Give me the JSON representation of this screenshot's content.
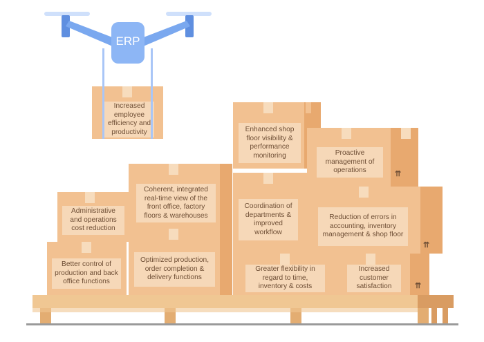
{
  "drone": {
    "label": "ERP",
    "colors": {
      "body": "#8db6f5",
      "arm": "#7aa8ef",
      "prop": "#cfe0fb",
      "rope": "#a9c6f7"
    }
  },
  "boxes": {
    "drone_box": "Increased employee efficiency and productivity",
    "enhanced": "Enhanced shop floor visibility & performance monitoring",
    "proactive": "Proactive management of operations",
    "coherent": "Coherent, integrated real-time view of the front office, factory floors & warehouses",
    "administrative": "Administrative and operations cost reduction",
    "coordination": "Coordination of departments & improved workflow",
    "reduction": "Reduction of errors in accounting, inventory management & shop floor",
    "better_control": "Better control of production and back office functions",
    "optimized": "Optimized production, order completion & delivery functions",
    "flexibility": "Greater flexibility in regard to time, inventory & costs",
    "satisfaction": "Increased customer satisfaction"
  },
  "marks": {
    "up_arrows": "⇈"
  },
  "colors": {
    "box": "#f2c191",
    "box_side": "#e8a96f",
    "label_bg": "#f6d8b8",
    "text": "#6e4e35",
    "pallet": "#f0c793",
    "ground": "#9a9a9a"
  }
}
